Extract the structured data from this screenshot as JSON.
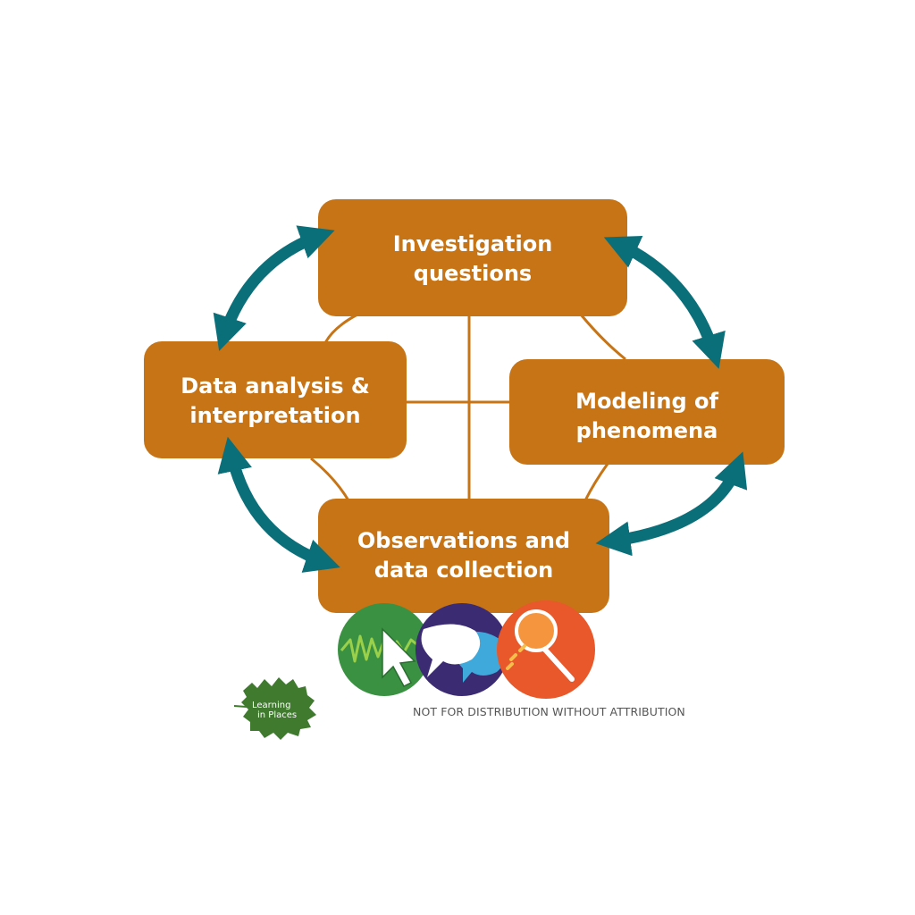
{
  "nodes": {
    "investigation": {
      "line1": "Investigation",
      "line2": "questions"
    },
    "analysis": {
      "line1": "Data analysis &",
      "line2": "interpretation"
    },
    "modeling": {
      "line1": "Modeling of",
      "line2": "phenomena"
    },
    "observations": {
      "line1": "Observations and",
      "line2": "data collection"
    }
  },
  "logo": {
    "line1": "Learning",
    "line2": "in Places"
  },
  "attribution": "NOT FOR DISTRIBUTION WITHOUT ATTRIBUTION",
  "icons": [
    "data-graph-cursor-icon",
    "speech-bubbles-icon",
    "magnifying-glass-icon"
  ],
  "colors": {
    "box": "#C77416",
    "arrow": "#0B6F7A",
    "green": "#3A9142",
    "purple": "#3A2B73",
    "orange": "#E8582A",
    "attribution_text": "#555555"
  }
}
